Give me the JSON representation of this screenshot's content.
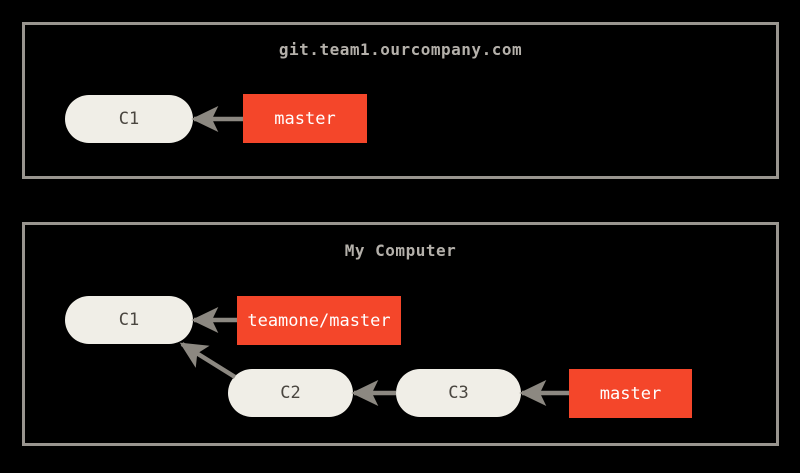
{
  "diagram": {
    "title": "git.team1.ourcompany.com",
    "colors": {
      "background": "#000000",
      "panel_border": "#99958f",
      "commit_fill": "#f0eee7",
      "commit_text": "#4a4640",
      "branch_fill": "#f4462a",
      "branch_text": "#ffffff",
      "arrow": "#8c8881",
      "title_text": "#b4b0aa"
    }
  },
  "panels": [
    {
      "id": "remote",
      "title": "git.team1.ourcompany.com",
      "commits": [
        {
          "id": "c1",
          "label": "C1"
        }
      ],
      "branches": [
        {
          "id": "master",
          "label": "master"
        }
      ]
    },
    {
      "id": "local",
      "title": "My Computer",
      "commits": [
        {
          "id": "c1",
          "label": "C1"
        },
        {
          "id": "c2",
          "label": "C2"
        },
        {
          "id": "c3",
          "label": "C3"
        }
      ],
      "branches": [
        {
          "id": "teamone-master",
          "label": "teamone/master"
        },
        {
          "id": "master",
          "label": "master"
        }
      ]
    }
  ]
}
